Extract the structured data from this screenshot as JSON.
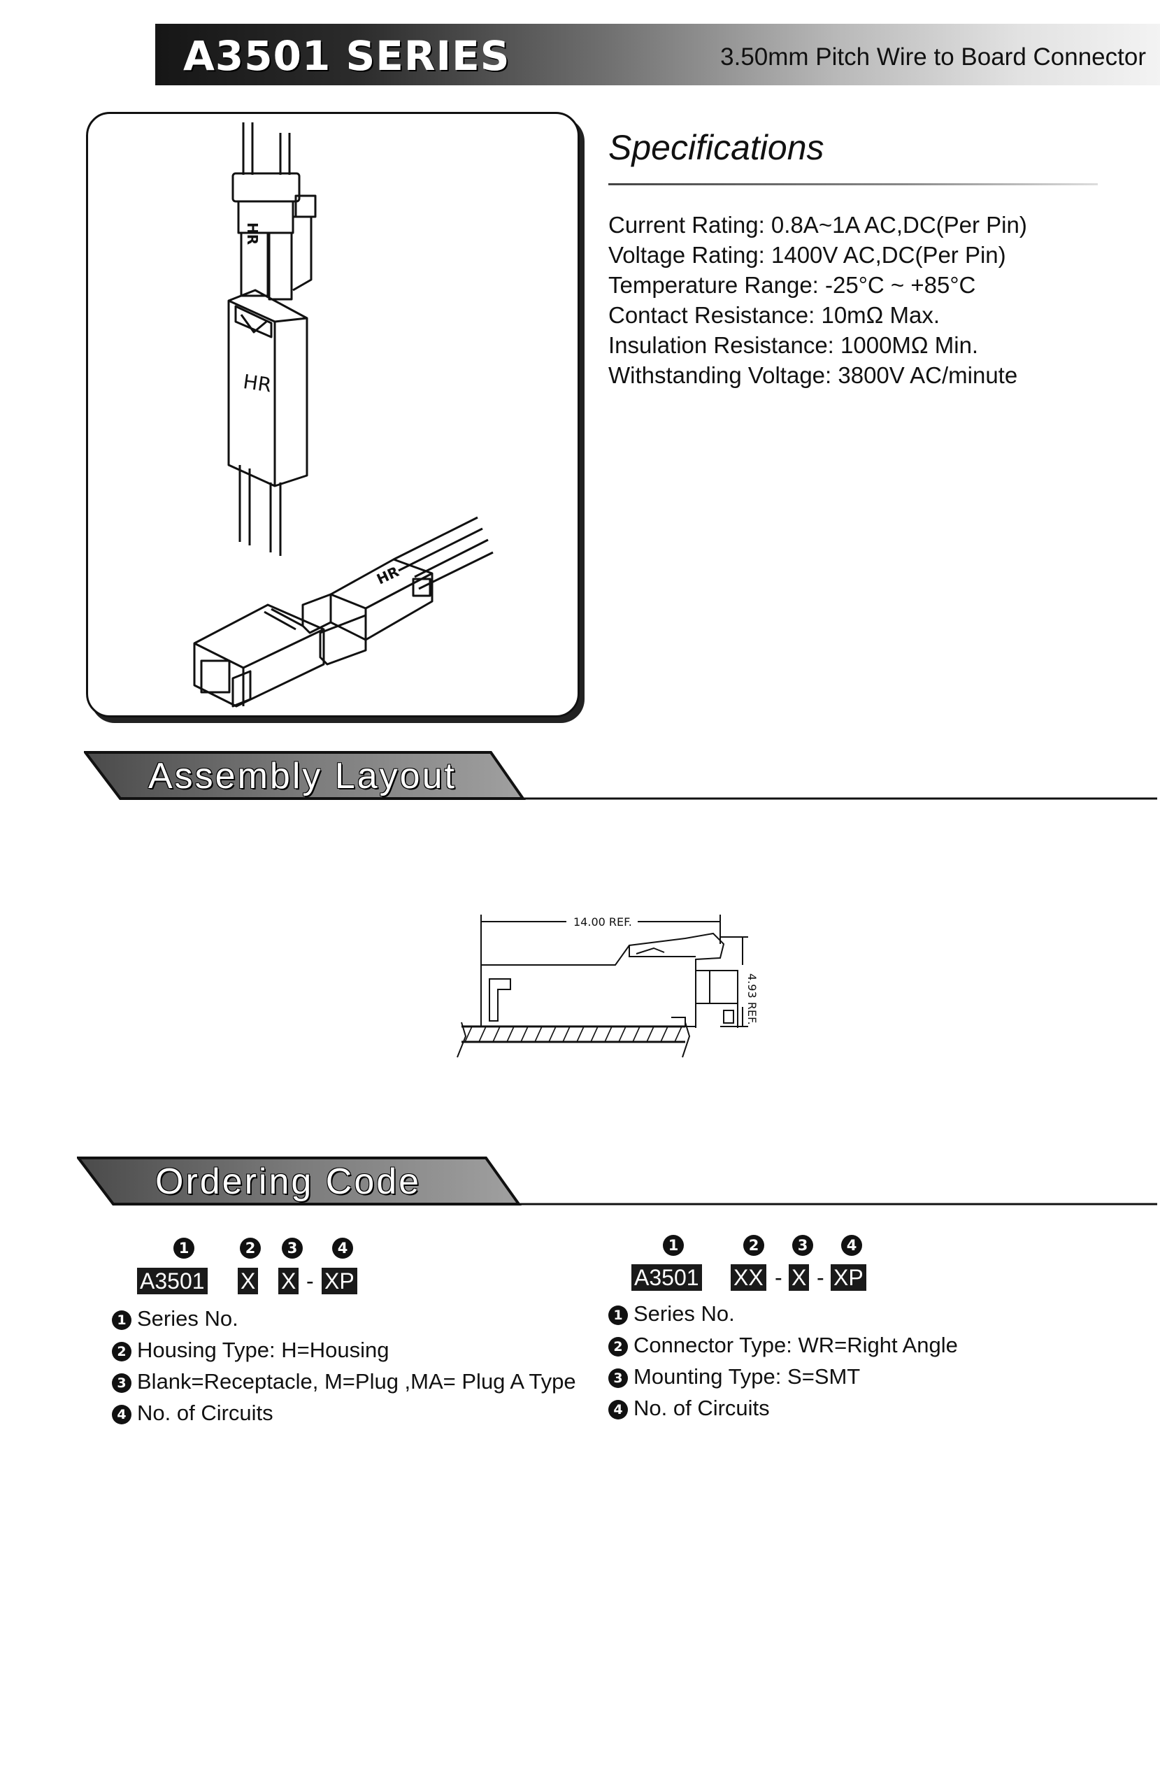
{
  "header": {
    "title": "A3501 SERIES",
    "subtitle": "3.50mm Pitch Wire to Board Connector"
  },
  "product_image": {
    "housing_label_top": "HR",
    "housing_label_main": "HR",
    "housing_label_side": "HR"
  },
  "specifications": {
    "heading": "Specifications",
    "items": [
      "Current Rating: 0.8A~1A AC,DC(Per Pin)",
      "Voltage Rating: 1400V AC,DC(Per Pin)",
      "Temperature Range: -25°C ~ +85°C",
      "Contact Resistance: 10mΩ Max.",
      "Insulation Resistance: 1000MΩ Min.",
      "Withstanding Voltage: 3800V AC/minute"
    ]
  },
  "assembly": {
    "heading": "Assembly Layout",
    "width_dim": "14.00 REF.",
    "height_dim": "4.93 REF."
  },
  "ordering": {
    "heading": "Ordering Code",
    "markers": [
      "1",
      "2",
      "3",
      "4"
    ],
    "left": {
      "code": {
        "series": "A3501",
        "type": "X",
        "sub": "X",
        "circuits": "XP"
      },
      "dash": "-",
      "legend": [
        "Series No.",
        "Housing Type: H=Housing",
        "Blank=Receptacle, M=Plug ,MA= Plug A Type",
        "No. of Circuits"
      ]
    },
    "right": {
      "code": {
        "series": "A3501",
        "type": "XX",
        "sub": "X",
        "circuits": "XP"
      },
      "dash": "-",
      "legend": [
        "Series No.",
        "Connector Type: WR=Right Angle",
        "Mounting Type: S=SMT",
        "No. of Circuits"
      ]
    }
  }
}
